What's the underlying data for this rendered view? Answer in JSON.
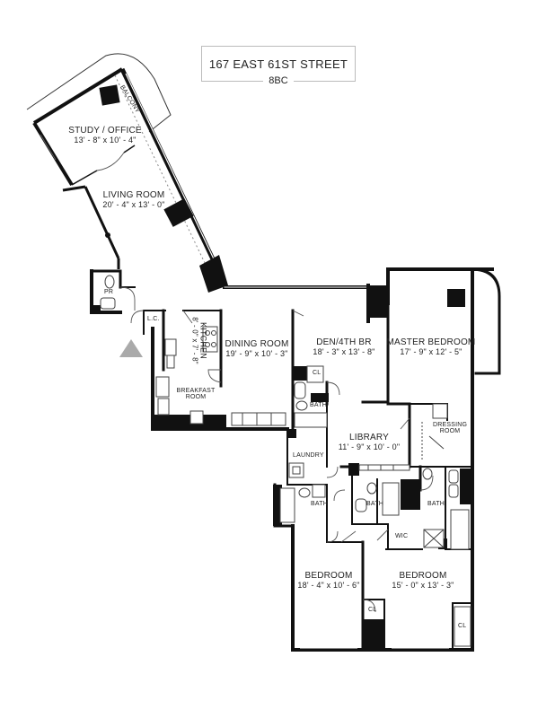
{
  "header": {
    "address": "167 EAST 61ST STREET",
    "unit": "8BC"
  },
  "rooms": {
    "balcony": "BALCONY",
    "study": {
      "name": "STUDY / OFFICE",
      "dims": "13' - 8\" x 10' - 4\""
    },
    "living": {
      "name": "LIVING ROOM",
      "dims": "20' - 4\" x 13' - 0\""
    },
    "pr": "PR",
    "lc": "L.C.",
    "kitchen": {
      "name": "KITCHEN",
      "dims": "8' - 0\" x 7' - 8\""
    },
    "breakfast": {
      "name": "BREAKFAST",
      "name2": "ROOM"
    },
    "dining": {
      "name": "DINING ROOM",
      "dims": "19' - 9\" x 10' - 3\""
    },
    "den": {
      "name": "DEN/4TH BR",
      "dims": "18' - 3\" x 13' - 8\""
    },
    "den_cl": "CL",
    "den_bath": "BATH",
    "master": {
      "name": "MASTER BEDROOM",
      "dims": "17' - 9\" x 12' - 5\""
    },
    "dressing": {
      "name": "DRESSING",
      "name2": "ROOM"
    },
    "library": {
      "name": "LIBRARY",
      "dims": "11' - 9\" x 10' - 0\""
    },
    "laundry": "LAUNDRY",
    "bath_left": "BATH",
    "bath_mid": "BATH",
    "bath_master": "BATH",
    "wic": "WIC",
    "bedroom1": {
      "name": "BEDROOM",
      "dims": "18' - 4\" x 10' - 6\""
    },
    "bedroom1_cl": "CL",
    "bedroom2": {
      "name": "BEDROOM",
      "dims": "15' - 0\" x 13' - 3\""
    },
    "bedroom2_cl": "CL"
  }
}
